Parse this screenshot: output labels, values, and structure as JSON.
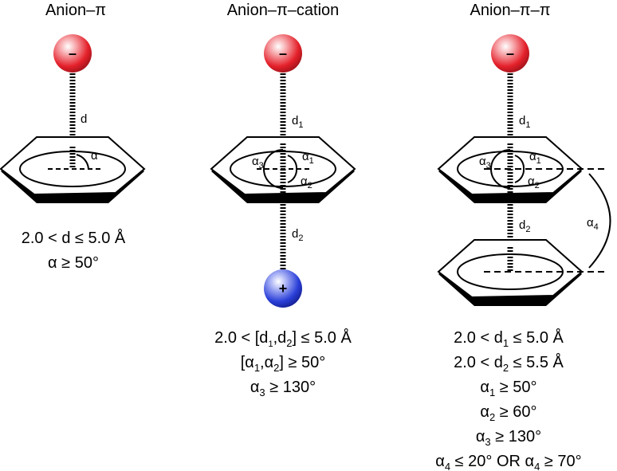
{
  "colors": {
    "anion": "#e4202a",
    "cation": "#2a3fd8",
    "ring_shadow": "#000000",
    "line": "#000000"
  },
  "panels": [
    {
      "id": "anion-pi",
      "title": "Anion–π",
      "anion_symbol": "–",
      "labels": {
        "d": "d",
        "alpha": "α"
      },
      "criteria": [
        "2.0 < d ≤ 5.0 Å",
        "α ≥ 50°"
      ]
    },
    {
      "id": "anion-pi-cation",
      "title": "Anion–π–cation",
      "anion_symbol": "–",
      "cation_symbol": "+",
      "labels": {
        "d1": "d",
        "d1_sub": "1",
        "d2": "d",
        "d2_sub": "2",
        "a1": "α",
        "a1_sub": "1",
        "a2": "α",
        "a2_sub": "2",
        "a3": "α",
        "a3_sub": "3"
      },
      "criteria": [
        [
          "2.0 < [d",
          "1",
          ",d",
          "2",
          "] ≤ 5.0 Å"
        ],
        [
          "[α",
          "1",
          ",α",
          "2",
          "] ≥ 50°"
        ],
        [
          "α",
          "3",
          " ≥ 130°"
        ]
      ]
    },
    {
      "id": "anion-pi-pi",
      "title": "Anion–π–π",
      "anion_symbol": "–",
      "labels": {
        "d1": "d",
        "d1_sub": "1",
        "d2": "d",
        "d2_sub": "2",
        "a1": "α",
        "a1_sub": "1",
        "a2": "α",
        "a2_sub": "2",
        "a3": "α",
        "a3_sub": "3",
        "a4": "α",
        "a4_sub": "4"
      },
      "criteria": [
        [
          "2.0 < d",
          "1",
          " ≤ 5.0 Å"
        ],
        [
          "2.0 < d",
          "2",
          " ≤ 5.5 Å"
        ],
        [
          "α",
          "1",
          " ≥ 50°"
        ],
        [
          "α",
          "2",
          " ≥ 60°"
        ],
        [
          "α",
          "3",
          " ≥ 130°"
        ],
        [
          "α",
          "4",
          " ≤ 20° OR α",
          "4",
          " ≥ 70°"
        ]
      ]
    }
  ]
}
